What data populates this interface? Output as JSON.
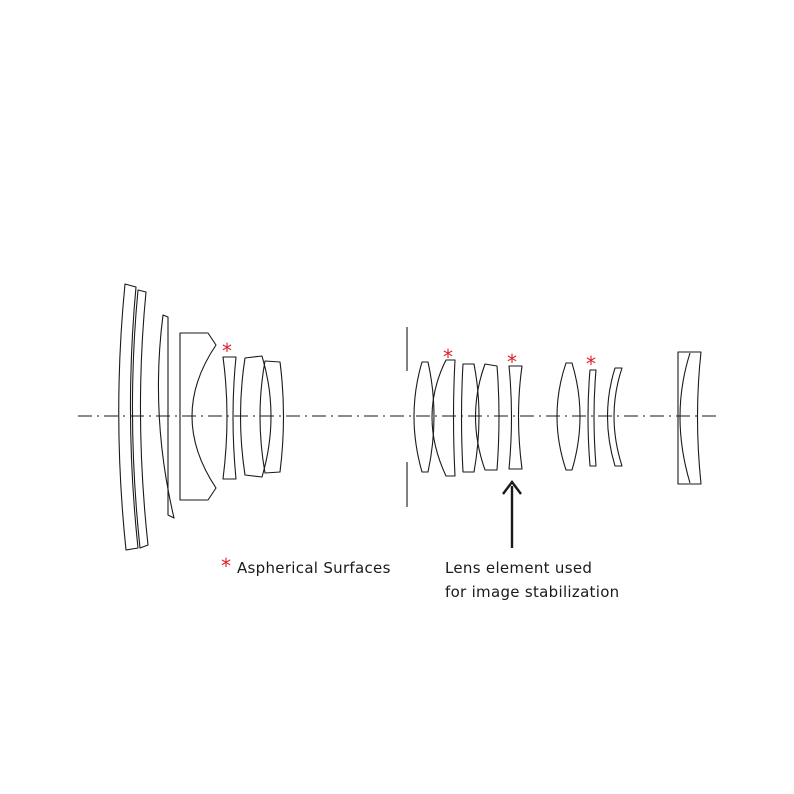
{
  "legend": {
    "asterisk": "*",
    "aspherical_label": "Aspherical Surfaces"
  },
  "callout": {
    "line1": "Lens element used",
    "line2": "for image stabilization"
  },
  "colors": {
    "lines": "#1a1a1a",
    "aspherical_marker": "#e0202a"
  }
}
